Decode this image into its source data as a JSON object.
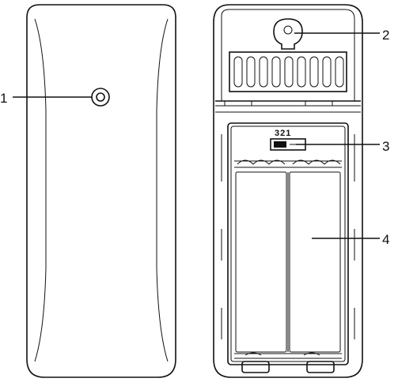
{
  "callouts": [
    {
      "number": "1",
      "target": "front-sensor-lens"
    },
    {
      "number": "2",
      "target": "hanging-hole"
    },
    {
      "number": "3",
      "target": "channel-slide-switch"
    },
    {
      "number": "4",
      "target": "battery-compartment"
    }
  ],
  "channel_switch": {
    "label": "321"
  },
  "colors": {
    "line": "#111111",
    "background": "#ffffff"
  }
}
